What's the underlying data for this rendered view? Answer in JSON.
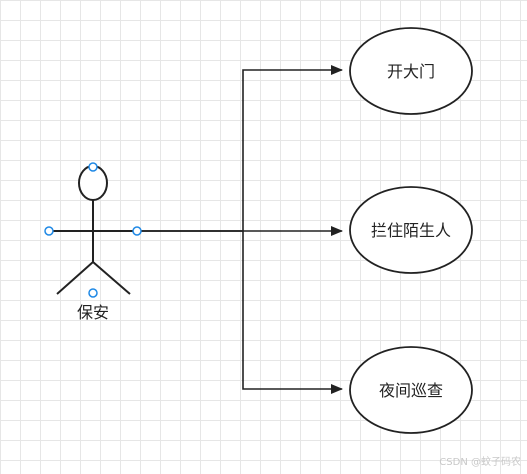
{
  "diagram": {
    "actor": {
      "label": "保安"
    },
    "use_cases": [
      {
        "label": "开大门"
      },
      {
        "label": "拦住陌生人"
      },
      {
        "label": "夜间巡查"
      }
    ]
  },
  "watermark": "CSDN @蚊子码农",
  "colors": {
    "line": "#222222",
    "handle": "#1e88e5",
    "grid": "#e6e6e6"
  }
}
